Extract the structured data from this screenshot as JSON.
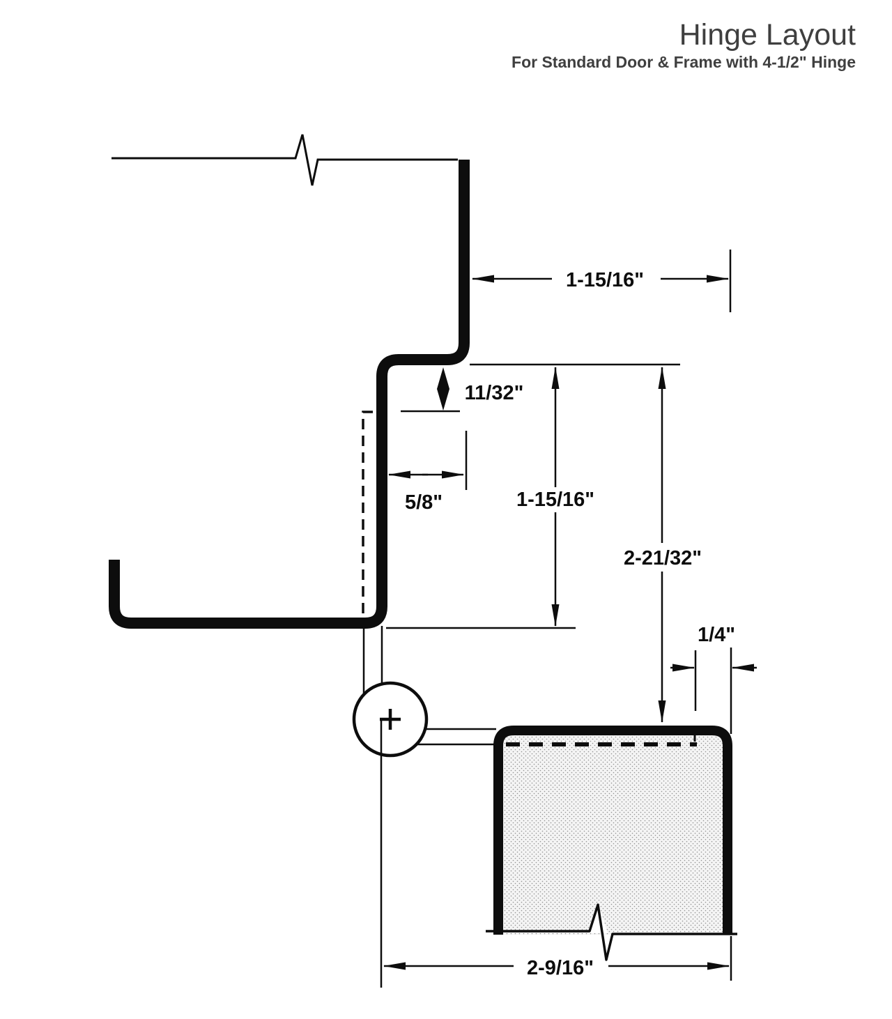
{
  "title": "Hinge Layout",
  "subtitle": "For Standard Door & Frame with 4-1/2\" Hinge",
  "dimensions": {
    "frame_face_to_door_face": "1-15/16\"",
    "stop_offset": "11/32\"",
    "hinge_backset": "5/8\"",
    "rabbet_depth": "1-15/16\"",
    "frame_step_to_door": "2-21/32\"",
    "door_inset": "1/4\"",
    "hinge_center_to_door_face": "2-9/16\""
  },
  "colors": {
    "line_color": "#0d0d0d",
    "heading_color": "#3f3f3f",
    "door_fill_color": "#f4f4f4",
    "door_dot_color": "#909090"
  }
}
